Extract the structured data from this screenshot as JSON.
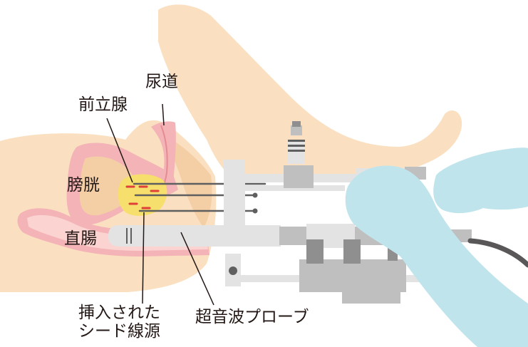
{
  "labels": {
    "urethra": "尿道",
    "prostate": "前立腺",
    "bladder": "膀胱",
    "rectum": "直腸",
    "seeds_line1": "挿入された",
    "seeds_line2": "シード線源",
    "probe": "超音波プローブ"
  },
  "colors": {
    "skin": "#fae0c0",
    "skin_dark": "#f4cfa6",
    "tissue_pink": "#f3b3b7",
    "tissue_light": "#fbd4d2",
    "prostate_yellow": "#f6df6c",
    "seed_red": "#e0403a",
    "device_light": "#e3e3e3",
    "device_mid": "#bfbfbf",
    "device_dark": "#8f8f8f",
    "glove": "#bfe4ec",
    "cable": "#595757",
    "text": "#231815"
  }
}
